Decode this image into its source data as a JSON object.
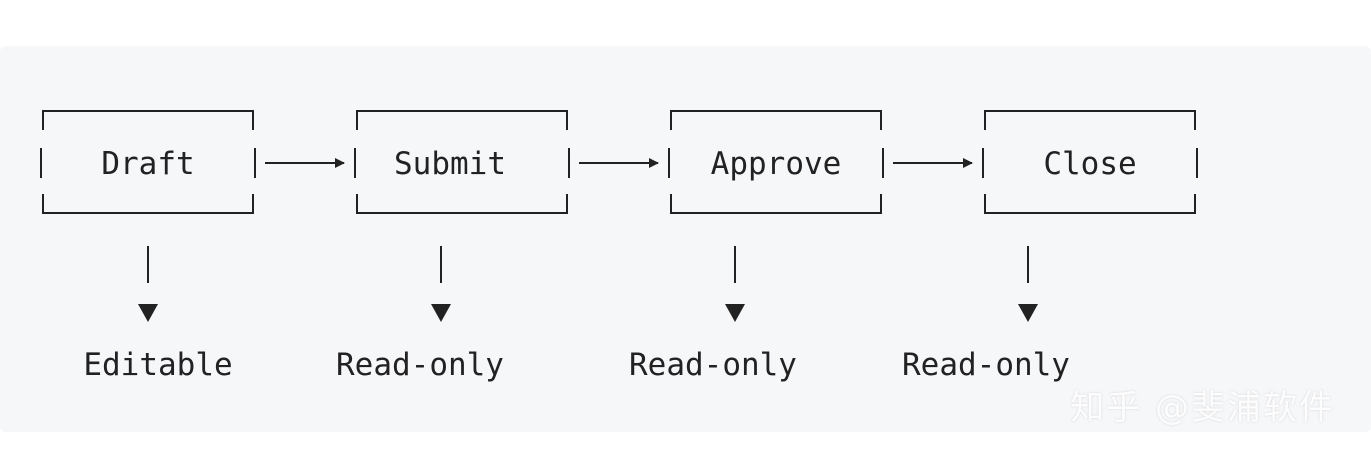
{
  "stages": [
    {
      "label": "Draft",
      "permission": "Editable"
    },
    {
      "label": "Submit",
      "permission": "Read-only"
    },
    {
      "label": "Approve",
      "permission": "Read-only"
    },
    {
      "label": "Close",
      "permission": "Read-only"
    }
  ],
  "watermark": "知乎 @斐浦软件",
  "colors": {
    "background": "#f6f7f9",
    "stroke": "#222222"
  }
}
